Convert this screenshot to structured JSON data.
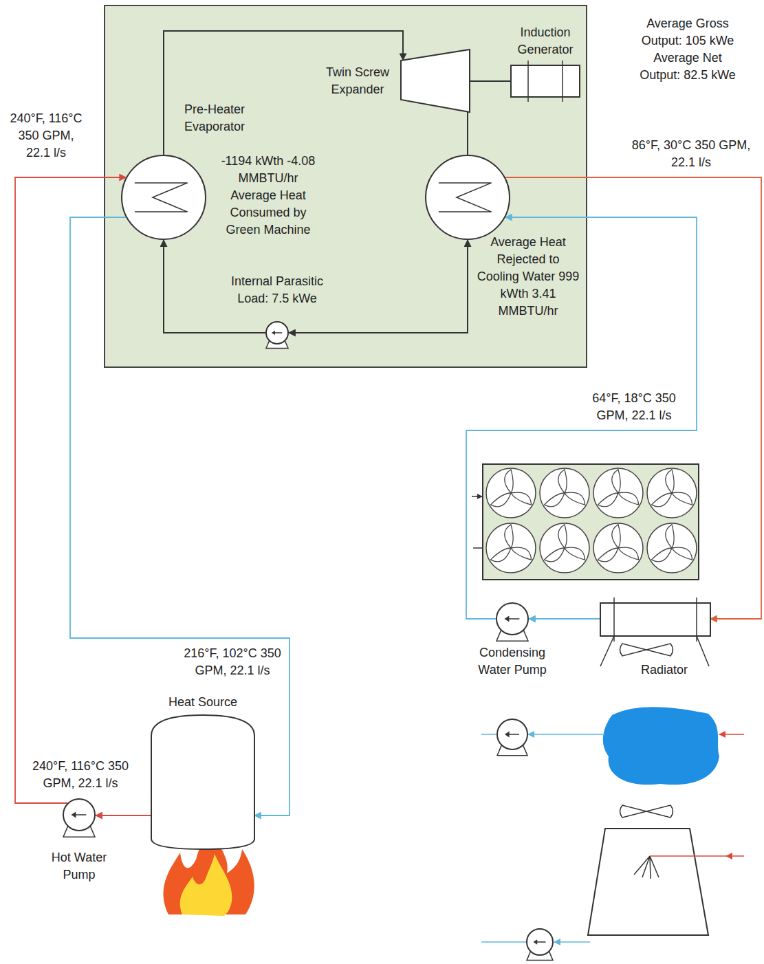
{
  "diagram": {
    "nodes": [
      {
        "text": [
          "Pre-Heater Evaporator",
          "-1194 kWth -4.08 MMBTU/hr Average Heat Consumed by Green Machine"
        ]
      },
      {
        "text": [
          "Twin Screw Expander"
        ]
      },
      {
        "text": [
          "Induction Generator"
        ]
      },
      {
        "text": [
          "Average Heat Rejected to Cooling Water 999 kWth 3.41 MMBTU/hr"
        ]
      },
      {
        "text": [
          "Internal Parasitic Load: 7.5 kWe"
        ]
      },
      {
        "text": [
          "Heat Source"
        ]
      },
      {
        "text": [
          "Hot Water Pump"
        ]
      },
      {
        "text": [
          "Condensing Water Pump"
        ]
      },
      {
        "text": [
          "Radiator"
        ]
      }
    ],
    "edges": [
      {
        "from": 0,
        "to": 1,
        "arrow": "to"
      },
      {
        "from": 1,
        "to": 3,
        "arrow": "none"
      },
      {
        "from": 3,
        "to": 4,
        "arrow": "both"
      },
      {
        "from": 4,
        "to": 0,
        "arrow": "to"
      },
      {
        "from": 1,
        "to": 2,
        "arrow": "none"
      },
      {
        "from": 6,
        "to": 0,
        "arrow": "to"
      },
      {
        "from": 0,
        "to": 5,
        "arrow": "to"
      },
      {
        "from": 5,
        "to": 6,
        "arrow": "to"
      },
      {
        "from": 3,
        "to": 8,
        "arrow": "to"
      },
      {
        "from": 8,
        "to": 7,
        "arrow": "to"
      },
      {
        "from": 7,
        "to": 3,
        "arrow": "to"
      }
    ],
    "labels": [
      "Average Gross Output: 105 kWe Average Net Output: 82.5 kWe",
      "240°F, 116°C 350 GPM, 22.1 l/s",
      "86°F, 30°C 350 GPM, 22.1 l/s",
      "64°F, 18°C 350 GPM, 22.1 l/s",
      "216°F, 102°C 350 GPM, 22.1 l/s",
      "240°F, 116°C 350 GPM, 22.1 l/s"
    ]
  }
}
